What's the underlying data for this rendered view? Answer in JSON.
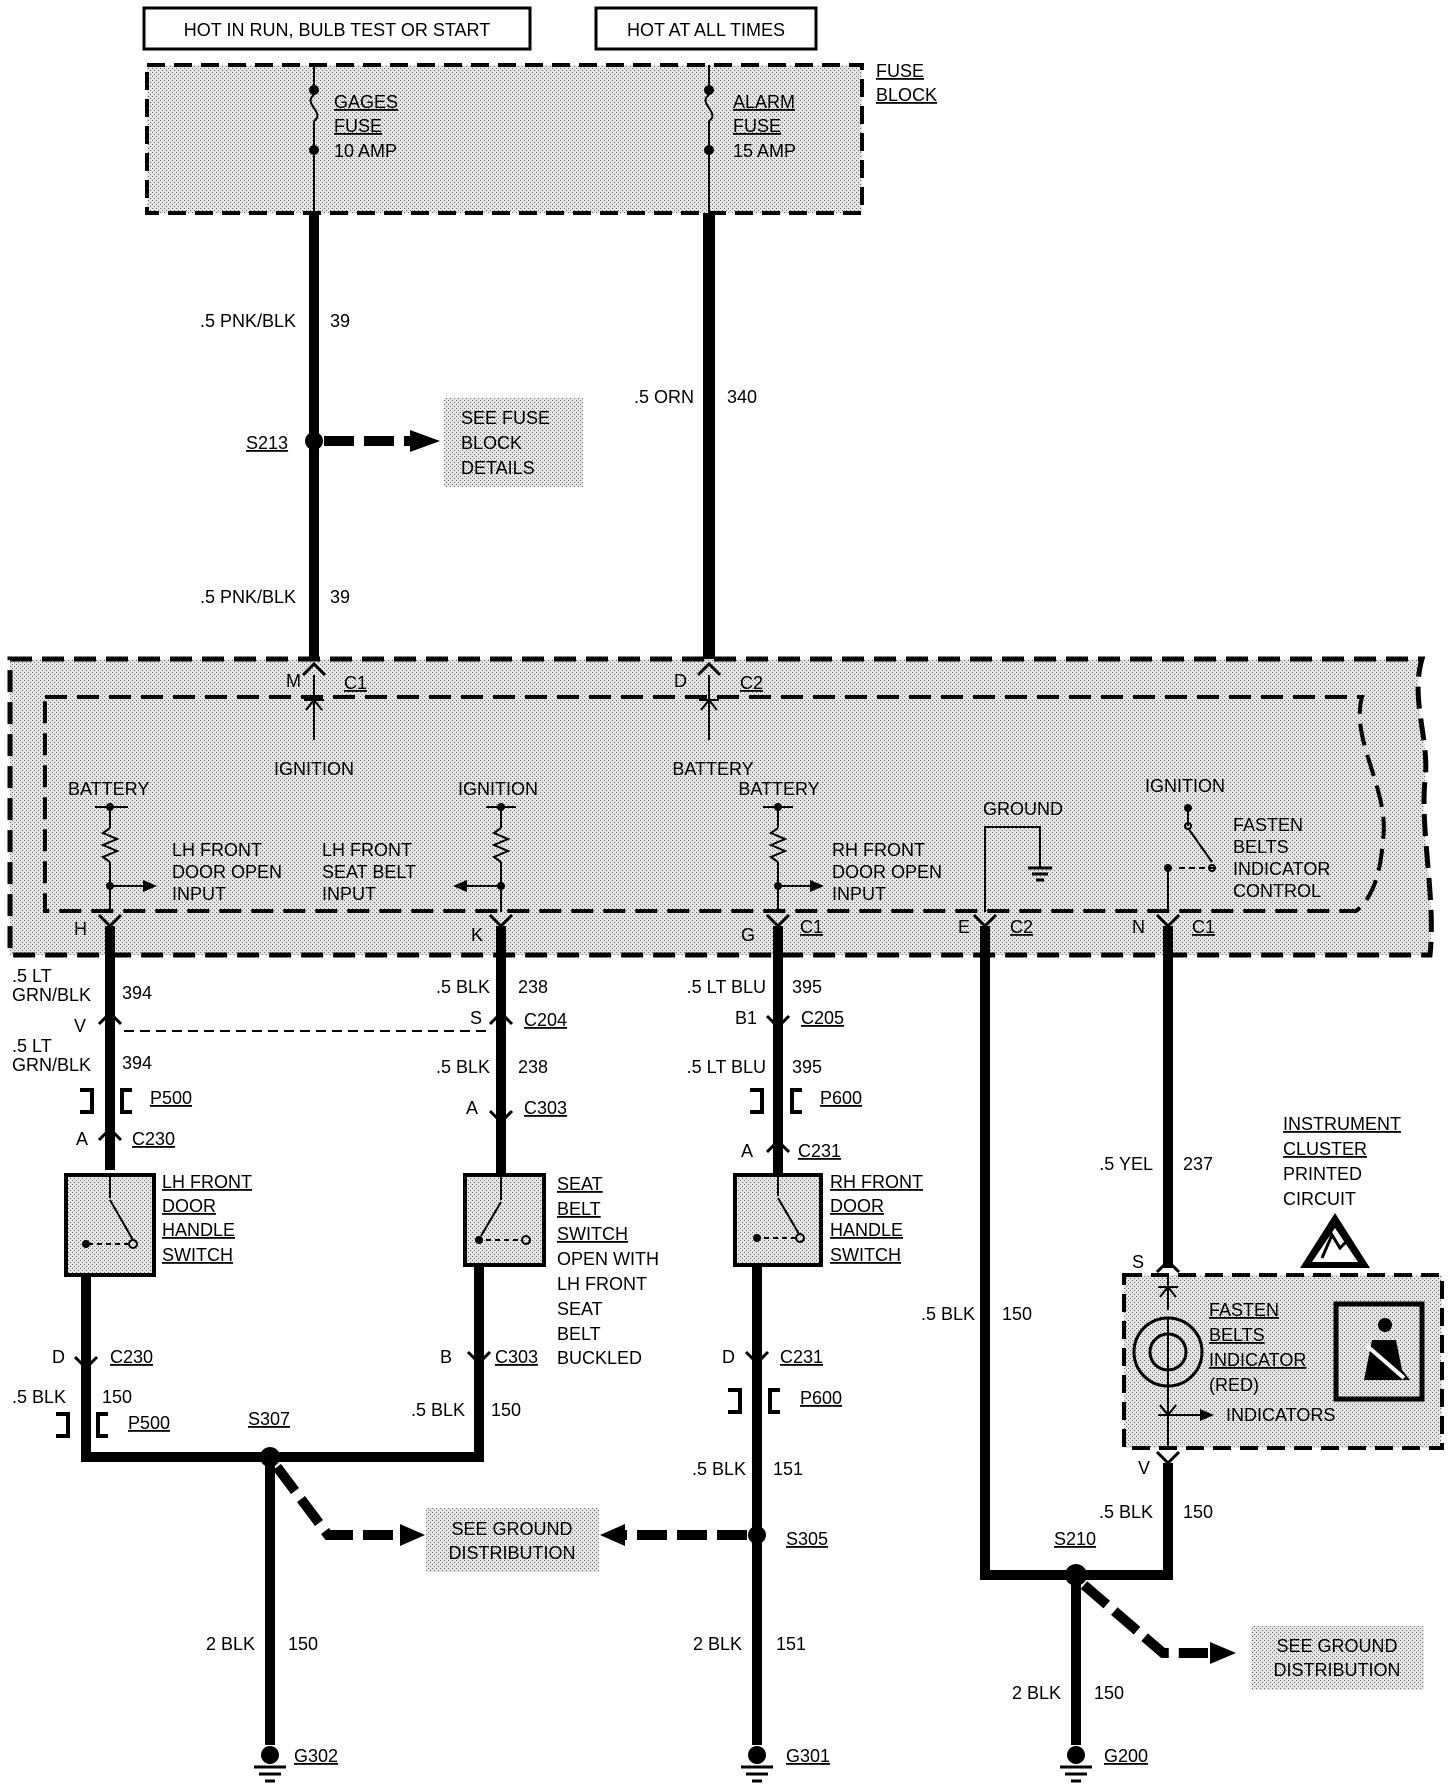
{
  "headers": {
    "run": "HOT IN RUN, BULB TEST OR START",
    "always": "HOT AT ALL TIMES"
  },
  "fuse_block": {
    "label": [
      "FUSE",
      "BLOCK"
    ],
    "gages": [
      "GAGES",
      "FUSE",
      "10 AMP"
    ],
    "alarm": [
      "ALARM",
      "FUSE",
      "15 AMP"
    ]
  },
  "wires": {
    "w39_a": ".5 PNK/BLK",
    "n39_a": "39",
    "w39_b": ".5 PNK/BLK",
    "n39_b": "39",
    "w340": ".5 ORN",
    "n340": "340",
    "w394_a": [
      ".5 LT",
      "GRN/BLK"
    ],
    "n394_a": "394",
    "w394_b": [
      ".5 LT",
      "GRN/BLK"
    ],
    "n394_b": "394",
    "w238_a": ".5 BLK",
    "n238_a": "238",
    "w238_b": ".5 BLK",
    "n238_b": "238",
    "w395_a": ".5 LT BLU",
    "n395_a": "395",
    "w395_b": ".5 LT BLU",
    "n395_b": "395",
    "w150_a": ".5 BLK",
    "n150_a": "150",
    "w150_b": ".5 BLK",
    "n150_b": "150",
    "w151": ".5 BLK",
    "n151": "151",
    "w150_g302": "2 BLK",
    "n150_g302": "150",
    "w151_g301": "2 BLK",
    "n151_g301": "151",
    "w150_mid": ".5 BLK",
    "n150_mid": "150",
    "w237": ".5 YEL",
    "n237": "237",
    "w150_ic": ".5 BLK",
    "n150_ic": "150",
    "w150_g200": "2 BLK",
    "n150_g200": "150"
  },
  "splices": {
    "s213": "S213",
    "s307": "S307",
    "s305": "S305",
    "s210": "S210"
  },
  "grounds": {
    "g302": "G302",
    "g301": "G301",
    "g200": "G200"
  },
  "references": {
    "fuse_details": [
      "SEE FUSE",
      "BLOCK",
      "DETAILS"
    ],
    "ground_dist_1": [
      "SEE GROUND",
      "DISTRIBUTION"
    ],
    "ground_dist_2": [
      "SEE GROUND",
      "DISTRIBUTION"
    ]
  },
  "module": {
    "pin_m": "M",
    "conn_m": "C1",
    "pin_d": "D",
    "conn_d": "C2",
    "ignition_top": "IGNITION",
    "battery_top": "BATTERY",
    "battery_left": "BATTERY",
    "lh_door_input": [
      "LH FRONT",
      "DOOR OPEN",
      "INPUT"
    ],
    "ignition_mid": "IGNITION",
    "lh_belt_input": [
      "LH FRONT",
      "SEAT BELT",
      "INPUT"
    ],
    "battery_right": "BATTERY",
    "rh_door_input": [
      "RH FRONT",
      "DOOR OPEN",
      "INPUT"
    ],
    "ground": "GROUND",
    "ignition_right": "IGNITION",
    "fasten_ctrl": [
      "FASTEN",
      "BELTS",
      "INDICATOR",
      "CONTROL"
    ],
    "pin_h": "H",
    "pin_k": "K",
    "pin_g": "G",
    "conn_g": "C1",
    "pin_e": "E",
    "conn_e": "C2",
    "pin_n": "N",
    "conn_n": "C1"
  },
  "connectors": {
    "pin_v": "V",
    "pin_s": "S",
    "c204": "C204",
    "pin_b1": "B1",
    "c205": "C205",
    "p500_a": "P500",
    "p600_a": "P600",
    "pin_a_lh": "A",
    "c230_a": "C230",
    "pin_a_seat": "A",
    "c303_a": "C303",
    "pin_a_rh": "A",
    "c231_a": "C231",
    "pin_d_lh": "D",
    "c230_d": "C230",
    "pin_b_seat": "B",
    "c303_b": "C303",
    "pin_d_rh": "D",
    "c231_d": "C231",
    "p500_b": "P500",
    "p600_b": "P600",
    "pin_s_ic": "S",
    "pin_v_ic": "V"
  },
  "switches": {
    "lh_door": [
      "LH FRONT",
      "DOOR",
      "HANDLE",
      "SWITCH"
    ],
    "seat_belt": [
      "SEAT",
      "BELT",
      "SWITCH",
      "OPEN WITH",
      "LH FRONT",
      "SEAT",
      "BELT",
      "BUCKLED"
    ],
    "rh_door": [
      "RH FRONT",
      "DOOR",
      "HANDLE",
      "SWITCH"
    ]
  },
  "cluster": {
    "title": [
      "INSTRUMENT",
      "CLUSTER",
      "PRINTED",
      "CIRCUIT"
    ],
    "indicator": [
      "FASTEN",
      "BELTS",
      "INDICATOR",
      "(RED)"
    ],
    "indicators": "INDICATORS"
  }
}
